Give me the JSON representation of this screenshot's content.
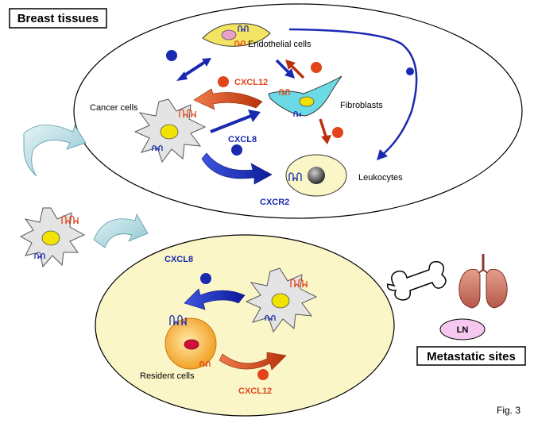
{
  "titles": {
    "breast_tissues": "Breast tissues",
    "metastatic_sites": "Metastatic sites",
    "figure": "Fig. 3"
  },
  "labels": {
    "endothelial_cells": "Endothelial cells",
    "cancer_cells": "Cancer cells",
    "fibroblasts": "Fibroblasts",
    "leukocytes": "Leukocytes",
    "resident_cells": "Resident cells",
    "ln": "LN"
  },
  "chemokines": {
    "cxcl12_top": "CXCL12",
    "cxcl8_top": "CXCL8",
    "cxcr2": "CXCR2",
    "cxcl8_bottom": "CXCL8",
    "cxcl12_bottom": "CXCL12"
  },
  "colors": {
    "blue_ligand": "#1a2ab0",
    "red_ligand": "#e2441b",
    "lower_ellipse_fill": "#fbf6c8",
    "fibroblast": "#6cd9e6",
    "endothelial": "#f3e464",
    "nucleus": "#f2e200",
    "resident_cell": "#f5a623",
    "flow_arrow": "#a9d7df"
  }
}
